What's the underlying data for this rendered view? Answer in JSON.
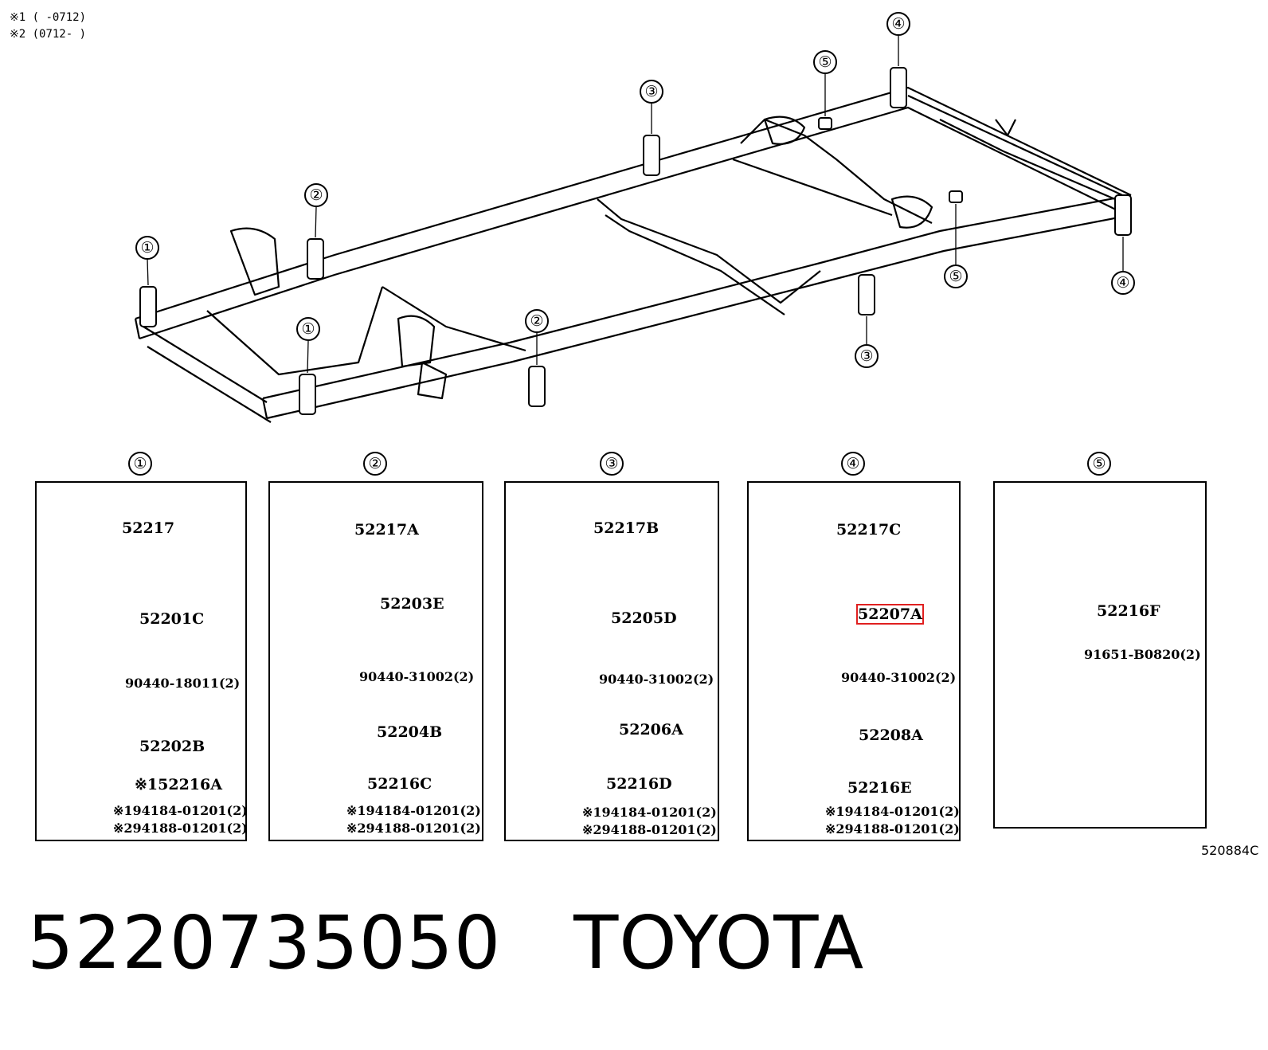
{
  "notes": [
    "※1 (      -0712)",
    "※2 (0712-      )"
  ],
  "frame_markers": [
    {
      "num": "①"
    },
    {
      "num": "①"
    },
    {
      "num": "②"
    },
    {
      "num": "②"
    },
    {
      "num": "③"
    },
    {
      "num": "③"
    },
    {
      "num": "④"
    },
    {
      "num": "④"
    },
    {
      "num": "⑤"
    },
    {
      "num": "⑤"
    }
  ],
  "panels": [
    {
      "num": "①",
      "parts": [
        "52217",
        "52201C",
        "90440-18011(2)",
        "52202B",
        "※152216A",
        "※194184-01201(2)",
        "※294188-01201(2)"
      ]
    },
    {
      "num": "②",
      "parts": [
        "52217A",
        "52203E",
        "90440-31002(2)",
        "52204B",
        "52216C",
        "※194184-01201(2)",
        "※294188-01201(2)"
      ]
    },
    {
      "num": "③",
      "parts": [
        "52217B",
        "52205D",
        "90440-31002(2)",
        "52206A",
        "52216D",
        "※194184-01201(2)",
        "※294188-01201(2)"
      ]
    },
    {
      "num": "④",
      "parts": [
        "52217C",
        "52207A",
        "90440-31002(2)",
        "52208A",
        "52216E",
        "※194184-01201(2)",
        "※294188-01201(2)"
      ]
    },
    {
      "num": "⑤",
      "parts": [
        "52216F",
        "91651-B0820(2)"
      ]
    }
  ],
  "illustration_code": "520884C",
  "title": "5220735050   TOYOTA",
  "colors": {
    "highlight": "#e02020",
    "ink": "#000000"
  }
}
